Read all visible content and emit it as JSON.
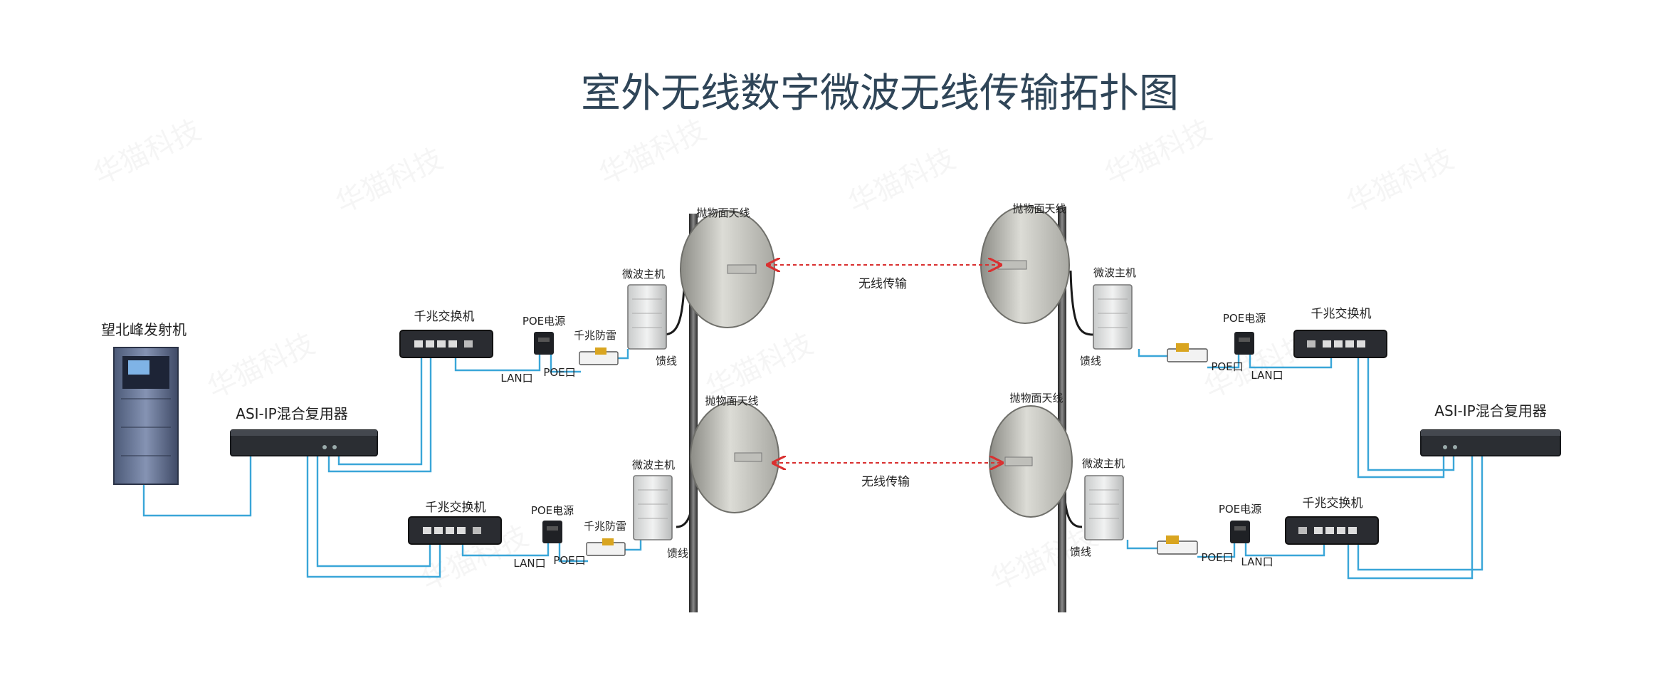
{
  "title": "室外无线数字微波无线传输拓扑图",
  "labels": {
    "transmitter": "望北峰发射机",
    "mux_left": "ASI-IP混合复用器",
    "mux_right": "ASI-IP混合复用器",
    "switch": "千兆交换机",
    "poe_power": "POE电源",
    "surge": "千兆防雷",
    "lan_port": "LAN口",
    "poe_port": "POE口",
    "microwave_host": "微波主机",
    "feeder": "馈线",
    "dish_left": "抛物面天线",
    "dish_right": "抛物面天线",
    "wireless": "无线传输"
  },
  "watermark": "华猫科技",
  "colors": {
    "cable": "#3aa6d8",
    "link": "#d93030",
    "title": "#2f4558"
  }
}
